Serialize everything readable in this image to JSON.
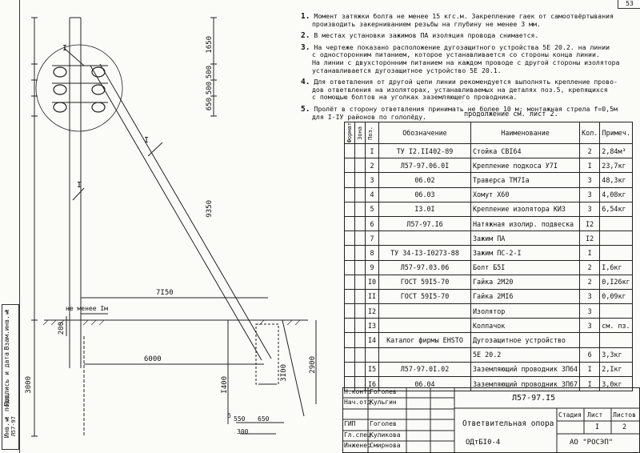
{
  "page_number": "53",
  "notes": [
    {
      "n": "1.",
      "lines": [
        "Момент затяжки болта не менее 15 кгс.м. Закрепление гаек от самоотвёртывания",
        "производить закерниванием резьбы на глубину не менее 3 мм."
      ]
    },
    {
      "n": "2.",
      "lines": [
        "В местах установки зажимов ПА изоляция провода снимается."
      ]
    },
    {
      "n": "3.",
      "lines": [
        "На чертеже показано расположение дугозащитного устройства 5Е 20.2. на линии",
        "с односторонним питанием, которое устанавливается со стороны конца линии.",
        "На линии с двухсторонним питанием на каждом проводе с другой стороны изолятора",
        "устанавливается дугозащитное устройство 5Е 20.1."
      ]
    },
    {
      "n": "4.",
      "lines": [
        "Для ответвления от другой цепи линии рекомендуется выполнять крепление прово-",
        "дов ответвления на изоляторах, устанавливаемых на деталях поз.5, крепящихся",
        "с помощью болтов на уголках заземляющего проводника."
      ]
    },
    {
      "n": "5.",
      "lines": [
        "Пролёт в сторону ответвления принимать не более 10 м; монтажная стрела f=0,5м",
        "для I-IУ районов по гололёду."
      ]
    }
  ],
  "continuation": "продолжение см. лист 2.",
  "spec_header": {
    "format": "Формат",
    "zone": "Зона",
    "pos": "Поз.",
    "designation": "Обозначение",
    "name": "Наименование",
    "qty": "Кол.",
    "note": "Примеч."
  },
  "spec_rows": [
    {
      "pos": "I",
      "des": "ТУ I2.II402-89",
      "name": "Стойка СВI64",
      "qty": "2",
      "mass": "2,84м³"
    },
    {
      "pos": "2",
      "des": "Л57-97.06.0I",
      "name": "Крепление подкоса У7I",
      "qty": "I",
      "mass": "23,7кг"
    },
    {
      "pos": "3",
      "des": "06.02",
      "name": "Траверса ТМ7Iа",
      "qty": "3",
      "mass": "48,3кг"
    },
    {
      "pos": "4",
      "des": "06.03",
      "name": "Хомут Х60",
      "qty": "3",
      "mass": "4,08кг"
    },
    {
      "pos": "5",
      "des": "I3.0I",
      "name": "Крепление изолятора КИЗ",
      "qty": "3",
      "mass": "6,54кг"
    },
    {
      "pos": "6",
      "des": "Л57-97.I6",
      "name": "Натяжная изолир. подвеска",
      "qty": "I2",
      "mass": ""
    },
    {
      "pos": "7",
      "des": "",
      "name": "Зажим ПА",
      "qty": "I2",
      "mass": ""
    },
    {
      "pos": "8",
      "des": "ТУ 34-I3-I0273-88",
      "name": "Зажим ПС-2-I",
      "qty": "I",
      "mass": ""
    },
    {
      "pos": "9",
      "des": "Л57-97.03.06",
      "name": "Болт Б5I",
      "qty": "2",
      "mass": "I,6кг"
    },
    {
      "pos": "I0",
      "des": "ГОСТ 59I5-70",
      "name": "Гайка 2М20",
      "qty": "2",
      "mass": "0,I26кг"
    },
    {
      "pos": "II",
      "des": "ГОСТ 59I5-70",
      "name": "Гайка 2МI6",
      "qty": "3",
      "mass": "0,09кг"
    },
    {
      "pos": "I2",
      "des": "",
      "name": "Изолятор",
      "qty": "3",
      "mass": ""
    },
    {
      "pos": "I3",
      "des": "",
      "name": "Колпачок",
      "qty": "3",
      "mass": "см. пз."
    },
    {
      "pos": "I4",
      "des": "Каталог фирмы ЕНSТО",
      "name": "Дугозащитное устройство",
      "qty": "",
      "mass": ""
    },
    {
      "pos": "",
      "des": "",
      "name": "5Е 20.2",
      "qty": "6",
      "mass": "3,3кг"
    },
    {
      "pos": "I5",
      "des": "Л57-97.0I.02",
      "name": "Заземляющий проводник ЗП64",
      "qty": "I",
      "mass": "2,Iкг"
    },
    {
      "pos": "I6",
      "des": "06.04",
      "name": "Заземляющий проводник ЗП67",
      "qty": "I",
      "mass": "3,0кг"
    }
  ],
  "drawing": {
    "callout_1": "I",
    "dims_left": [
      "1650",
      "500",
      "500",
      "650",
      "9350",
      "3000"
    ],
    "dim_7150": "7I50",
    "dim_6000": "6000",
    "dim_1m": "не менее Iм",
    "dim_200": "200",
    "dim_1400": "I400",
    "dim_3100": "3I00",
    "dim_2900": "2900",
    "dim_550": "550",
    "dim_650": "650",
    "dim_300": "300",
    "dim_b": "б"
  },
  "title_block": {
    "doc_code": "Л57-97.I5",
    "title": "Ответвительная опора",
    "subtitle": "ОДтБI0-4",
    "stage_label": "Стадия",
    "sheet_label": "Лист",
    "sheets_label": "Листов",
    "sheet": "I",
    "sheets": "2",
    "org": "АО \"РОСЭП\"",
    "roles": [
      {
        "role": "Н.контр",
        "name": "Гоголев"
      },
      {
        "role": "Нач.отд.",
        "name": "Кульгин"
      },
      {
        "role": "",
        "name": ""
      },
      {
        "role": "ГИП",
        "name": "Гоголев"
      },
      {
        "role": "Гл.спец.",
        "name": "Куликова"
      },
      {
        "role": "Инженер",
        "name": "Смирнова"
      }
    ]
  },
  "side_stamp": [
    "Инв.№ подл.",
    "Подпись и дата",
    "Взам.инв.№"
  ],
  "side_code": "Л57-97"
}
